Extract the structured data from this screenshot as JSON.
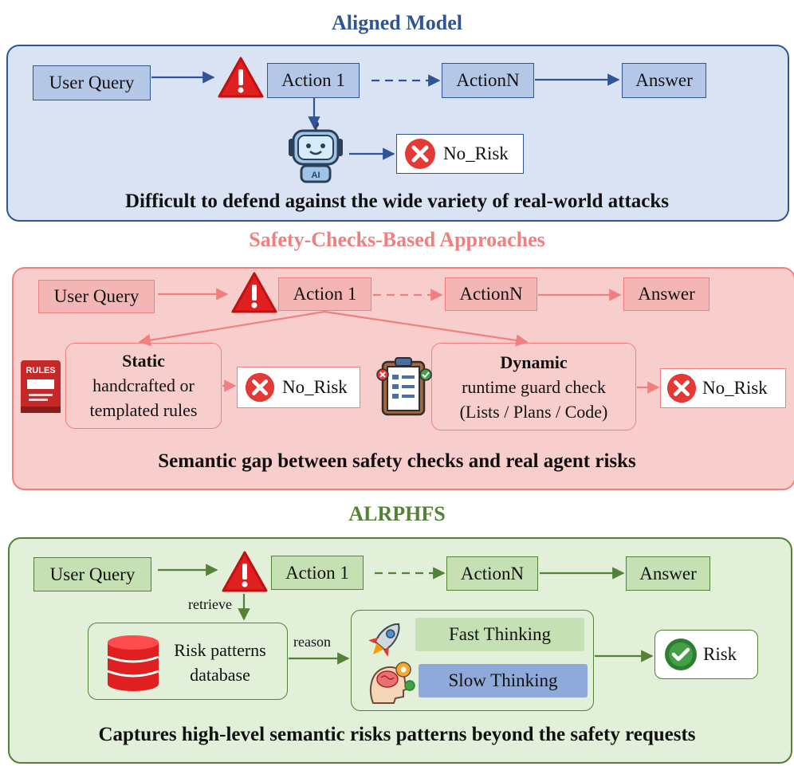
{
  "aligned": {
    "title": "Aligned Model",
    "user_query": "User Query",
    "action1": "Action 1",
    "actionN": "ActionN",
    "answer": "Answer",
    "no_risk": "No_Risk",
    "robot_badge": "AI",
    "caption": "Difficult to defend against the wide variety of real-world attacks",
    "colors": {
      "accent": "#2f5597",
      "fill": "#dae3f3",
      "box": "#b4c7e7"
    }
  },
  "safety": {
    "title": "Safety-Checks-Based Approaches",
    "user_query": "User Query",
    "action1": "Action 1",
    "actionN": "ActionN",
    "answer": "Answer",
    "rules_badge": "RULES",
    "static_title": "Static",
    "static_line1": "handcrafted or",
    "static_line2": "templated rules",
    "static_no_risk": "No_Risk",
    "dynamic_title": "Dynamic",
    "dynamic_line1": "runtime guard check",
    "dynamic_line2": "(Lists / Plans / Code)",
    "dynamic_no_risk": "No_Risk",
    "caption": "Semantic gap between safety checks and real agent risks",
    "colors": {
      "accent": "#f08080",
      "fill": "#f8cecc",
      "box": "#f4b6b4"
    }
  },
  "alrphfs": {
    "title": "ALRPHFS",
    "user_query": "User Query",
    "action1": "Action 1",
    "actionN": "ActionN",
    "answer": "Answer",
    "retrieve": "retrieve",
    "reason": "reason",
    "db_line1": "Risk patterns",
    "db_line2": "database",
    "fast": "Fast Thinking",
    "slow": "Slow Thinking",
    "risk": "Risk",
    "caption": "Captures high-level semantic risks patterns beyond the safety requests",
    "colors": {
      "accent": "#538135",
      "fill": "#e2efd9",
      "box": "#c5e0b3",
      "slow": "#8eaadb"
    }
  },
  "icons": [
    "warning-icon",
    "robot-icon",
    "x-circle-icon",
    "rules-book-icon",
    "checklist-icon",
    "database-icon",
    "rocket-icon",
    "brain-gear-icon",
    "check-circle-icon"
  ]
}
